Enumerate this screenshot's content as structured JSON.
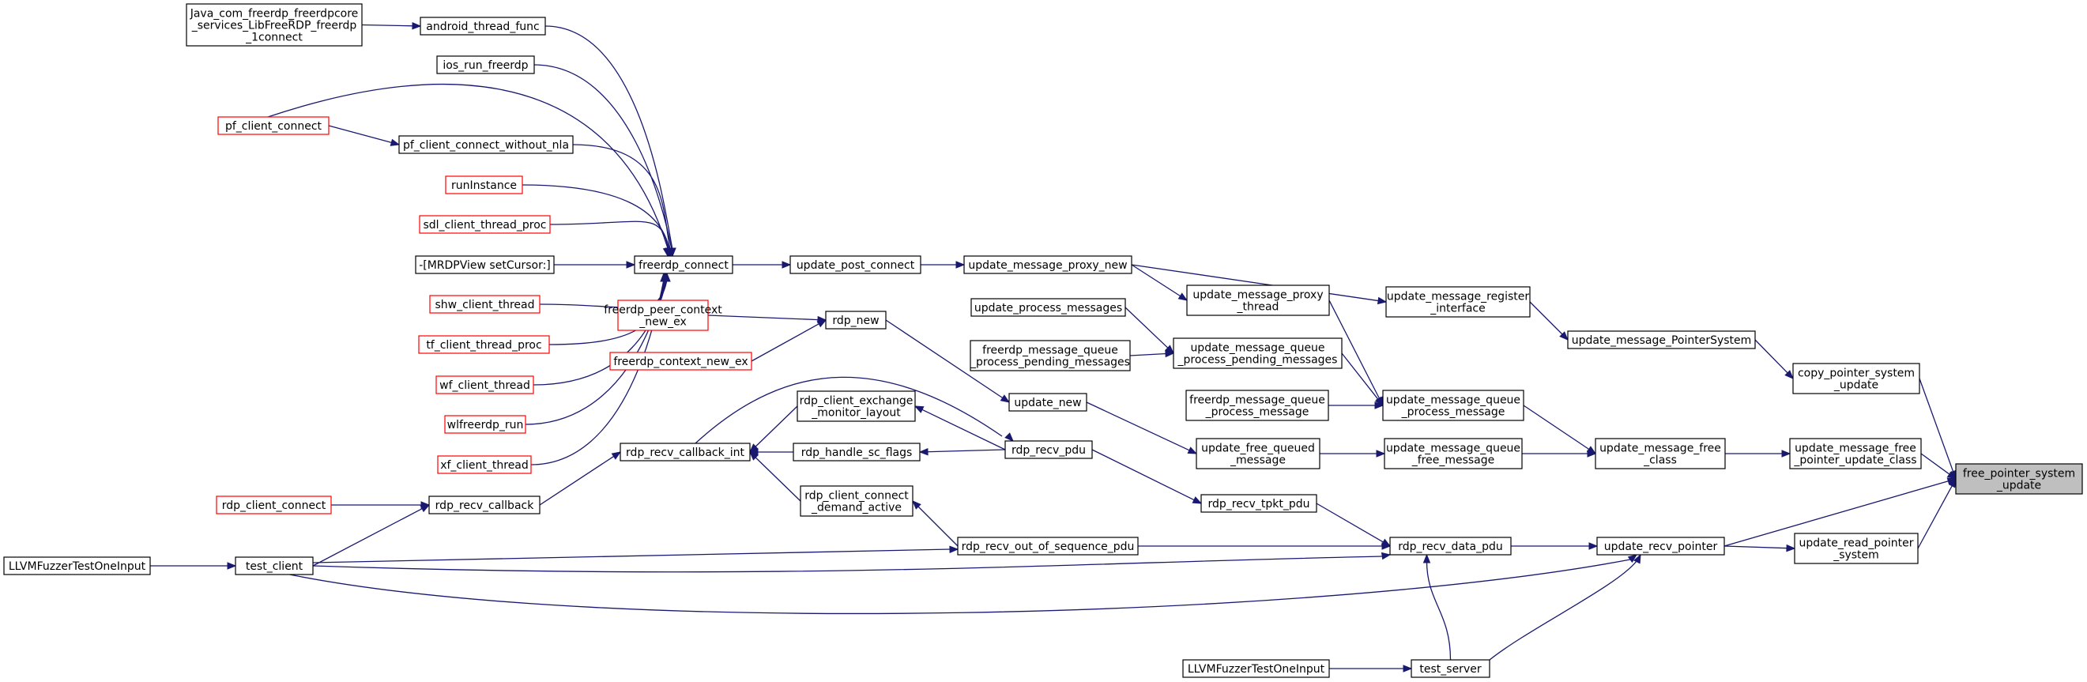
{
  "title": "",
  "colors": {
    "edge": "#191970",
    "node_border": "#000000",
    "node_border_truncated": "#ff0000",
    "target_fill": "#bfbfbf"
  },
  "nodes": {
    "n_java": {
      "lines": [
        "Java_com_freerdp_freerdpcore",
        "_services_LibFreeRDP_freerdp",
        "_1connect"
      ],
      "style": "normal"
    },
    "n_android": {
      "lines": [
        "android_thread_func"
      ],
      "style": "normal"
    },
    "n_ios": {
      "lines": [
        "ios_run_freerdp"
      ],
      "style": "normal"
    },
    "n_pf_connect": {
      "lines": [
        "pf_client_connect"
      ],
      "style": "red"
    },
    "n_pf_without_nla": {
      "lines": [
        "pf_client_connect_without_nla"
      ],
      "style": "normal"
    },
    "n_runinstance": {
      "lines": [
        "runInstance"
      ],
      "style": "red"
    },
    "n_sdl": {
      "lines": [
        "sdl_client_thread_proc"
      ],
      "style": "red"
    },
    "n_mrdp": {
      "lines": [
        "-[MRDPView setCursor:]"
      ],
      "style": "normal"
    },
    "n_shw": {
      "lines": [
        "shw_client_thread"
      ],
      "style": "red"
    },
    "n_tf": {
      "lines": [
        "tf_client_thread_proc"
      ],
      "style": "red"
    },
    "n_wf": {
      "lines": [
        "wf_client_thread"
      ],
      "style": "red"
    },
    "n_wlf": {
      "lines": [
        "wlfreerdp_run"
      ],
      "style": "red"
    },
    "n_xf": {
      "lines": [
        "xf_client_thread"
      ],
      "style": "red"
    },
    "n_rdp_client_connect": {
      "lines": [
        "rdp_client_connect"
      ],
      "style": "red"
    },
    "n_llvm_client": {
      "lines": [
        "LLVMFuzzerTestOneInput"
      ],
      "style": "normal"
    },
    "n_freerdp_connect": {
      "lines": [
        "freerdp_connect"
      ],
      "style": "normal"
    },
    "n_peer_ctx": {
      "lines": [
        "freerdp_peer_context",
        "_new_ex"
      ],
      "style": "red"
    },
    "n_ctx_new": {
      "lines": [
        "freerdp_context_new_ex"
      ],
      "style": "red"
    },
    "n_recv_cb_int": {
      "lines": [
        "rdp_recv_callback_int"
      ],
      "style": "normal"
    },
    "n_recv_cb": {
      "lines": [
        "rdp_recv_callback"
      ],
      "style": "normal"
    },
    "n_test_client": {
      "lines": [
        "test_client"
      ],
      "style": "normal"
    },
    "n_update_post_connect": {
      "lines": [
        "update_post_connect"
      ],
      "style": "normal"
    },
    "n_rdp_new": {
      "lines": [
        "rdp_new"
      ],
      "style": "normal"
    },
    "n_exch_monitor": {
      "lines": [
        "rdp_client_exchange",
        "_monitor_layout"
      ],
      "style": "normal"
    },
    "n_sc_flags": {
      "lines": [
        "rdp_handle_sc_flags"
      ],
      "style": "normal"
    },
    "n_demand_active": {
      "lines": [
        "rdp_client_connect",
        "_demand_active"
      ],
      "style": "normal"
    },
    "n_proxy_new": {
      "lines": [
        "update_message_proxy_new"
      ],
      "style": "normal"
    },
    "n_process_msgs": {
      "lines": [
        "update_process_messages"
      ],
      "style": "normal"
    },
    "n_mq_pending": {
      "lines": [
        "freerdp_message_queue",
        "_process_pending_messages"
      ],
      "style": "normal"
    },
    "n_update_new": {
      "lines": [
        "update_new"
      ],
      "style": "normal"
    },
    "n_recv_pdu": {
      "lines": [
        "rdp_recv_pdu"
      ],
      "style": "normal"
    },
    "n_out_of_seq": {
      "lines": [
        "rdp_recv_out_of_sequence_pdu"
      ],
      "style": "normal"
    },
    "n_llvm_server": {
      "lines": [
        "LLVMFuzzerTestOneInput"
      ],
      "style": "normal"
    },
    "n_proxy_thread": {
      "lines": [
        "update_message_proxy",
        "_thread"
      ],
      "style": "normal"
    },
    "n_umq_pending": {
      "lines": [
        "update_message_queue",
        "_process_pending_messages"
      ],
      "style": "normal"
    },
    "n_mq_process": {
      "lines": [
        "freerdp_message_queue",
        "_process_message"
      ],
      "style": "normal"
    },
    "n_free_queued": {
      "lines": [
        "update_free_queued",
        "_message"
      ],
      "style": "normal"
    },
    "n_tpkt": {
      "lines": [
        "rdp_recv_tpkt_pdu"
      ],
      "style": "normal"
    },
    "n_register_iface": {
      "lines": [
        "update_message_register",
        "_interface"
      ],
      "style": "normal"
    },
    "n_umq_process": {
      "lines": [
        "update_message_queue",
        "_process_message"
      ],
      "style": "normal"
    },
    "n_umq_free": {
      "lines": [
        "update_message_queue",
        "_free_message"
      ],
      "style": "normal"
    },
    "n_data_pdu": {
      "lines": [
        "rdp_recv_data_pdu"
      ],
      "style": "normal"
    },
    "n_test_server": {
      "lines": [
        "test_server"
      ],
      "style": "normal"
    },
    "n_pointer_system": {
      "lines": [
        "update_message_PointerSystem"
      ],
      "style": "normal"
    },
    "n_msg_free_class": {
      "lines": [
        "update_message_free",
        "_class"
      ],
      "style": "normal"
    },
    "n_recv_pointer": {
      "lines": [
        "update_recv_pointer"
      ],
      "style": "normal"
    },
    "n_copy_ptr": {
      "lines": [
        "copy_pointer_system",
        "_update"
      ],
      "style": "normal"
    },
    "n_free_ptr_class": {
      "lines": [
        "update_message_free",
        "_pointer_update_class"
      ],
      "style": "normal"
    },
    "n_read_ptr": {
      "lines": [
        "update_read_pointer",
        "_system"
      ],
      "style": "normal"
    },
    "n_target": {
      "lines": [
        "free_pointer_system",
        "_update"
      ],
      "style": "target"
    }
  },
  "edges": [
    [
      "n_java",
      "n_android"
    ],
    [
      "n_android",
      "n_freerdp_connect"
    ],
    [
      "n_ios",
      "n_freerdp_connect"
    ],
    [
      "n_pf_connect",
      "n_freerdp_connect"
    ],
    [
      "n_pf_connect",
      "n_pf_without_nla"
    ],
    [
      "n_pf_without_nla",
      "n_freerdp_connect"
    ],
    [
      "n_runinstance",
      "n_freerdp_connect"
    ],
    [
      "n_sdl",
      "n_freerdp_connect"
    ],
    [
      "n_mrdp",
      "n_freerdp_connect"
    ],
    [
      "n_shw",
      "n_freerdp_connect"
    ],
    [
      "n_tf",
      "n_freerdp_connect"
    ],
    [
      "n_wf",
      "n_freerdp_connect"
    ],
    [
      "n_wlf",
      "n_freerdp_connect"
    ],
    [
      "n_xf",
      "n_freerdp_connect"
    ],
    [
      "n_freerdp_connect",
      "n_update_post_connect"
    ],
    [
      "n_update_post_connect",
      "n_proxy_new"
    ],
    [
      "n_proxy_new",
      "n_proxy_thread"
    ],
    [
      "n_proxy_new",
      "n_register_iface"
    ],
    [
      "n_register_iface",
      "n_pointer_system"
    ],
    [
      "n_pointer_system",
      "n_copy_ptr"
    ],
    [
      "n_copy_ptr",
      "n_target"
    ],
    [
      "n_proxy_thread",
      "n_umq_process"
    ],
    [
      "n_process_msgs",
      "n_umq_pending"
    ],
    [
      "n_mq_pending",
      "n_umq_pending"
    ],
    [
      "n_umq_pending",
      "n_umq_process"
    ],
    [
      "n_mq_process",
      "n_umq_process"
    ],
    [
      "n_umq_process",
      "n_msg_free_class"
    ],
    [
      "n_peer_ctx",
      "n_rdp_new"
    ],
    [
      "n_ctx_new",
      "n_rdp_new"
    ],
    [
      "n_rdp_new",
      "n_update_new"
    ],
    [
      "n_update_new",
      "n_free_queued"
    ],
    [
      "n_free_queued",
      "n_umq_free"
    ],
    [
      "n_umq_free",
      "n_msg_free_class"
    ],
    [
      "n_msg_free_class",
      "n_free_ptr_class"
    ],
    [
      "n_free_ptr_class",
      "n_target"
    ],
    [
      "n_rdp_client_connect",
      "n_recv_cb"
    ],
    [
      "n_recv_cb",
      "n_recv_cb_int"
    ],
    [
      "n_recv_cb_int",
      "n_recv_pdu"
    ],
    [
      "n_exch_monitor",
      "n_recv_cb_int"
    ],
    [
      "n_sc_flags",
      "n_recv_cb_int"
    ],
    [
      "n_demand_active",
      "n_recv_cb_int"
    ],
    [
      "n_recv_pdu",
      "n_exch_monitor"
    ],
    [
      "n_recv_pdu",
      "n_sc_flags"
    ],
    [
      "n_recv_pdu",
      "n_tpkt"
    ],
    [
      "n_tpkt",
      "n_data_pdu"
    ],
    [
      "n_llvm_client",
      "n_test_client"
    ],
    [
      "n_test_client",
      "n_recv_cb"
    ],
    [
      "n_test_client",
      "n_out_of_seq"
    ],
    [
      "n_test_client",
      "n_data_pdu"
    ],
    [
      "n_test_client",
      "n_recv_pointer"
    ],
    [
      "n_out_of_seq",
      "n_demand_active"
    ],
    [
      "n_out_of_seq",
      "n_data_pdu"
    ],
    [
      "n_data_pdu",
      "n_recv_pointer"
    ],
    [
      "n_llvm_server",
      "n_test_server"
    ],
    [
      "n_test_server",
      "n_data_pdu"
    ],
    [
      "n_test_server",
      "n_recv_pointer"
    ],
    [
      "n_recv_pointer",
      "n_read_ptr"
    ],
    [
      "n_read_ptr",
      "n_target"
    ],
    [
      "n_recv_pointer",
      "n_target"
    ]
  ]
}
